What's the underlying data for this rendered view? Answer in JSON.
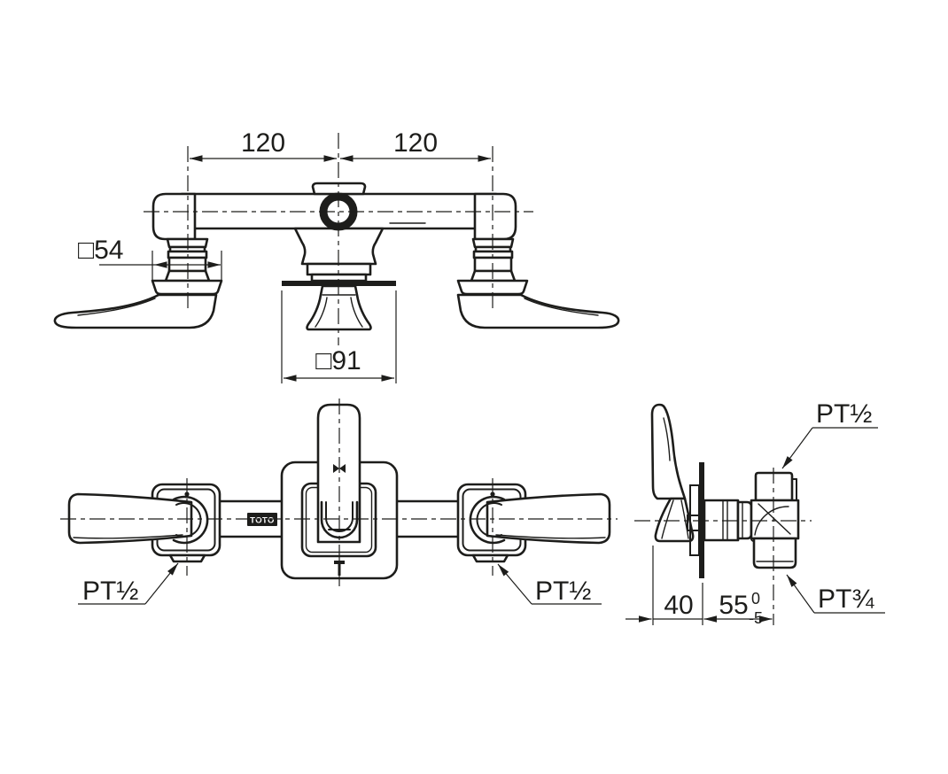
{
  "meta": {
    "drawing_type": "faucet technical dimension drawing",
    "background": "#ffffff",
    "line_color": "#1d1d1b"
  },
  "brand": {
    "logo_text": "TOTO"
  },
  "views": {
    "top": {
      "dims": {
        "left_span": "120",
        "right_span": "120",
        "handle_escutcheon": "□54",
        "center_plate": "□91"
      }
    },
    "front": {
      "labels": {
        "left_connection": "PT½",
        "right_connection": "PT½"
      }
    },
    "side": {
      "dims": {
        "handle_projection": "40",
        "body_depth": "55",
        "tol_upper": "0",
        "tol_lower": "-5"
      },
      "labels": {
        "top_connection": "PT½",
        "bottom_connection": "PT¾"
      }
    }
  }
}
